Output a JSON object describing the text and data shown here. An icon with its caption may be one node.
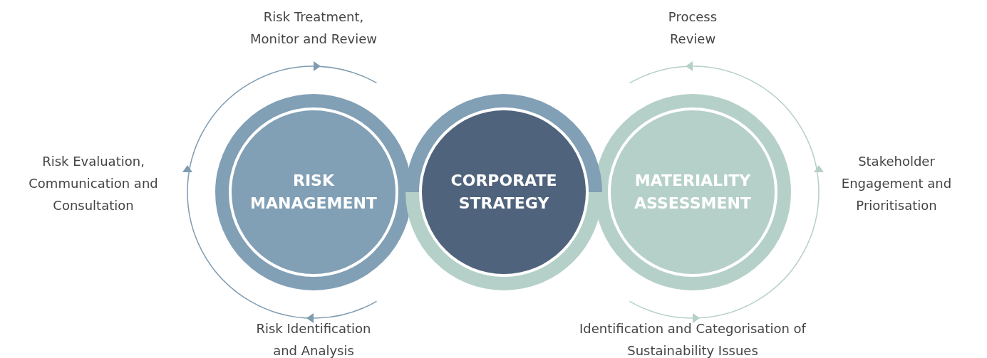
{
  "diagram": {
    "nodes": [
      {
        "text": [
          "RISK MANAGEMENT"
        ]
      },
      {
        "text": [
          "CORPORATE STRATEGY"
        ]
      },
      {
        "text": [
          "MATERIALITY ASSESSMENT"
        ]
      }
    ],
    "edges": [],
    "labels": [
      "Risk Treatment, Monitor and Review",
      "Process Review",
      "Risk Evaluation, Communication and Consultation",
      "Stakeholder Engagement and Prioritisation",
      "Risk Identification and Analysis",
      "Identification and Categorisation of Sustainability Issues"
    ]
  }
}
